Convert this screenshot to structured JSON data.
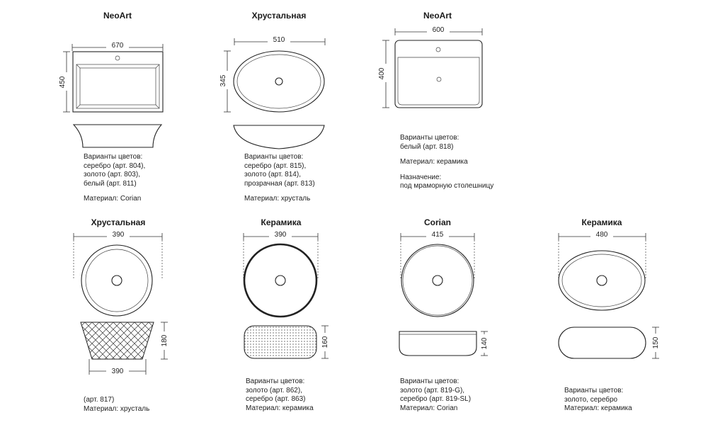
{
  "items": [
    {
      "title": "NeoArt",
      "dims": {
        "width": "670",
        "height": "450"
      },
      "notes": [
        "Варианты цветов:",
        "серебро (арт. 804),",
        "золото (арт. 803),",
        "белый (арт. 811)",
        "",
        "Материал: Corian"
      ]
    },
    {
      "title": "Хрустальная",
      "dims": {
        "width": "510",
        "height": "345"
      },
      "notes": [
        "Варианты цветов:",
        "серебро (арт. 815),",
        "золото (арт. 814),",
        "прозрачная (арт. 813)",
        "",
        "Материал: хрусталь"
      ]
    },
    {
      "title": "NeoArt",
      "dims": {
        "width": "600",
        "height": "400"
      },
      "notes": [
        "Варианты цветов:",
        "белый (арт. 818)",
        "",
        "Материал: керамика",
        "",
        "Назначение:",
        "под мраморную столешницу"
      ]
    },
    {
      "title": "Хрустальная",
      "dims": {
        "width": "390",
        "height": "180",
        "bottom": "390"
      },
      "notes": [
        "(арт. 817)",
        "Материал: хрусталь"
      ]
    },
    {
      "title": "Керамика",
      "dims": {
        "width": "390",
        "height": "160"
      },
      "notes": [
        "Варианты цветов:",
        "золото (арт. 862),",
        "серебро (арт. 863)",
        "Материал: керамика"
      ]
    },
    {
      "title": "Corian",
      "dims": {
        "width": "415",
        "height": "140"
      },
      "notes": [
        "Варианты цветов:",
        "золото (арт. 819-G),",
        "серебро (арт. 819-SL)",
        "Материал: Corian"
      ]
    },
    {
      "title": "Керамика",
      "dims": {
        "width": "480",
        "height": "150"
      },
      "notes": [
        "Варианты цветов:",
        "золото, серебро",
        "Материал: керамика"
      ]
    }
  ]
}
